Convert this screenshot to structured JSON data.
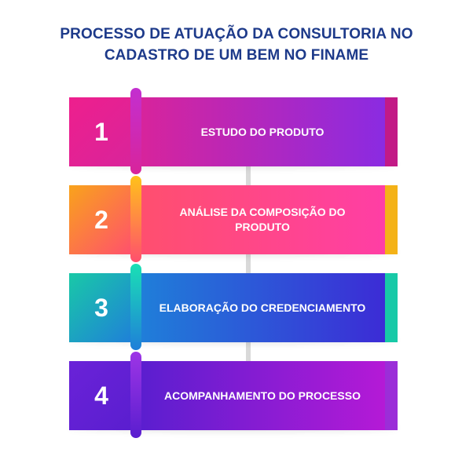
{
  "title": {
    "line1": "PROCESSO DE ATUAÇÃO DA CONSULTORIA NO",
    "line2": "CADASTRO DE UM BEM NO FINAME"
  },
  "steps": [
    {
      "number": "1",
      "label": "ESTUDO DO PRODUTO",
      "colors": {
        "tab": "#ee1f8d",
        "band_start": "#d8249b",
        "band_end": "#8a2be2",
        "fold": "#c32fd0",
        "cap": "#c21a86"
      }
    },
    {
      "number": "2",
      "label": "ANÁLISE DA COMPOSIÇÃO DO PRODUTO",
      "colors": {
        "tab": "#f9a31b",
        "band_start": "#ff4f6e",
        "band_end": "#ff3ea5",
        "fold": "#ffc21a",
        "cap": "#f4b217"
      }
    },
    {
      "number": "3",
      "label": "ELABORAÇÃO DO CREDENCIAMENTO",
      "colors": {
        "tab": "#19c9a7",
        "band_start": "#1f7fd9",
        "band_end": "#3c2bd6",
        "fold": "#1ae0b5",
        "cap": "#17c9a7"
      }
    },
    {
      "number": "4",
      "label": "ACOMPANHAMENTO DO PROCESSO",
      "colors": {
        "tab": "#6a22d8",
        "band_start": "#5a1ecf",
        "band_end": "#b51ad6",
        "fold": "#9d35e6",
        "cap": "#9b2ed8"
      }
    }
  ]
}
